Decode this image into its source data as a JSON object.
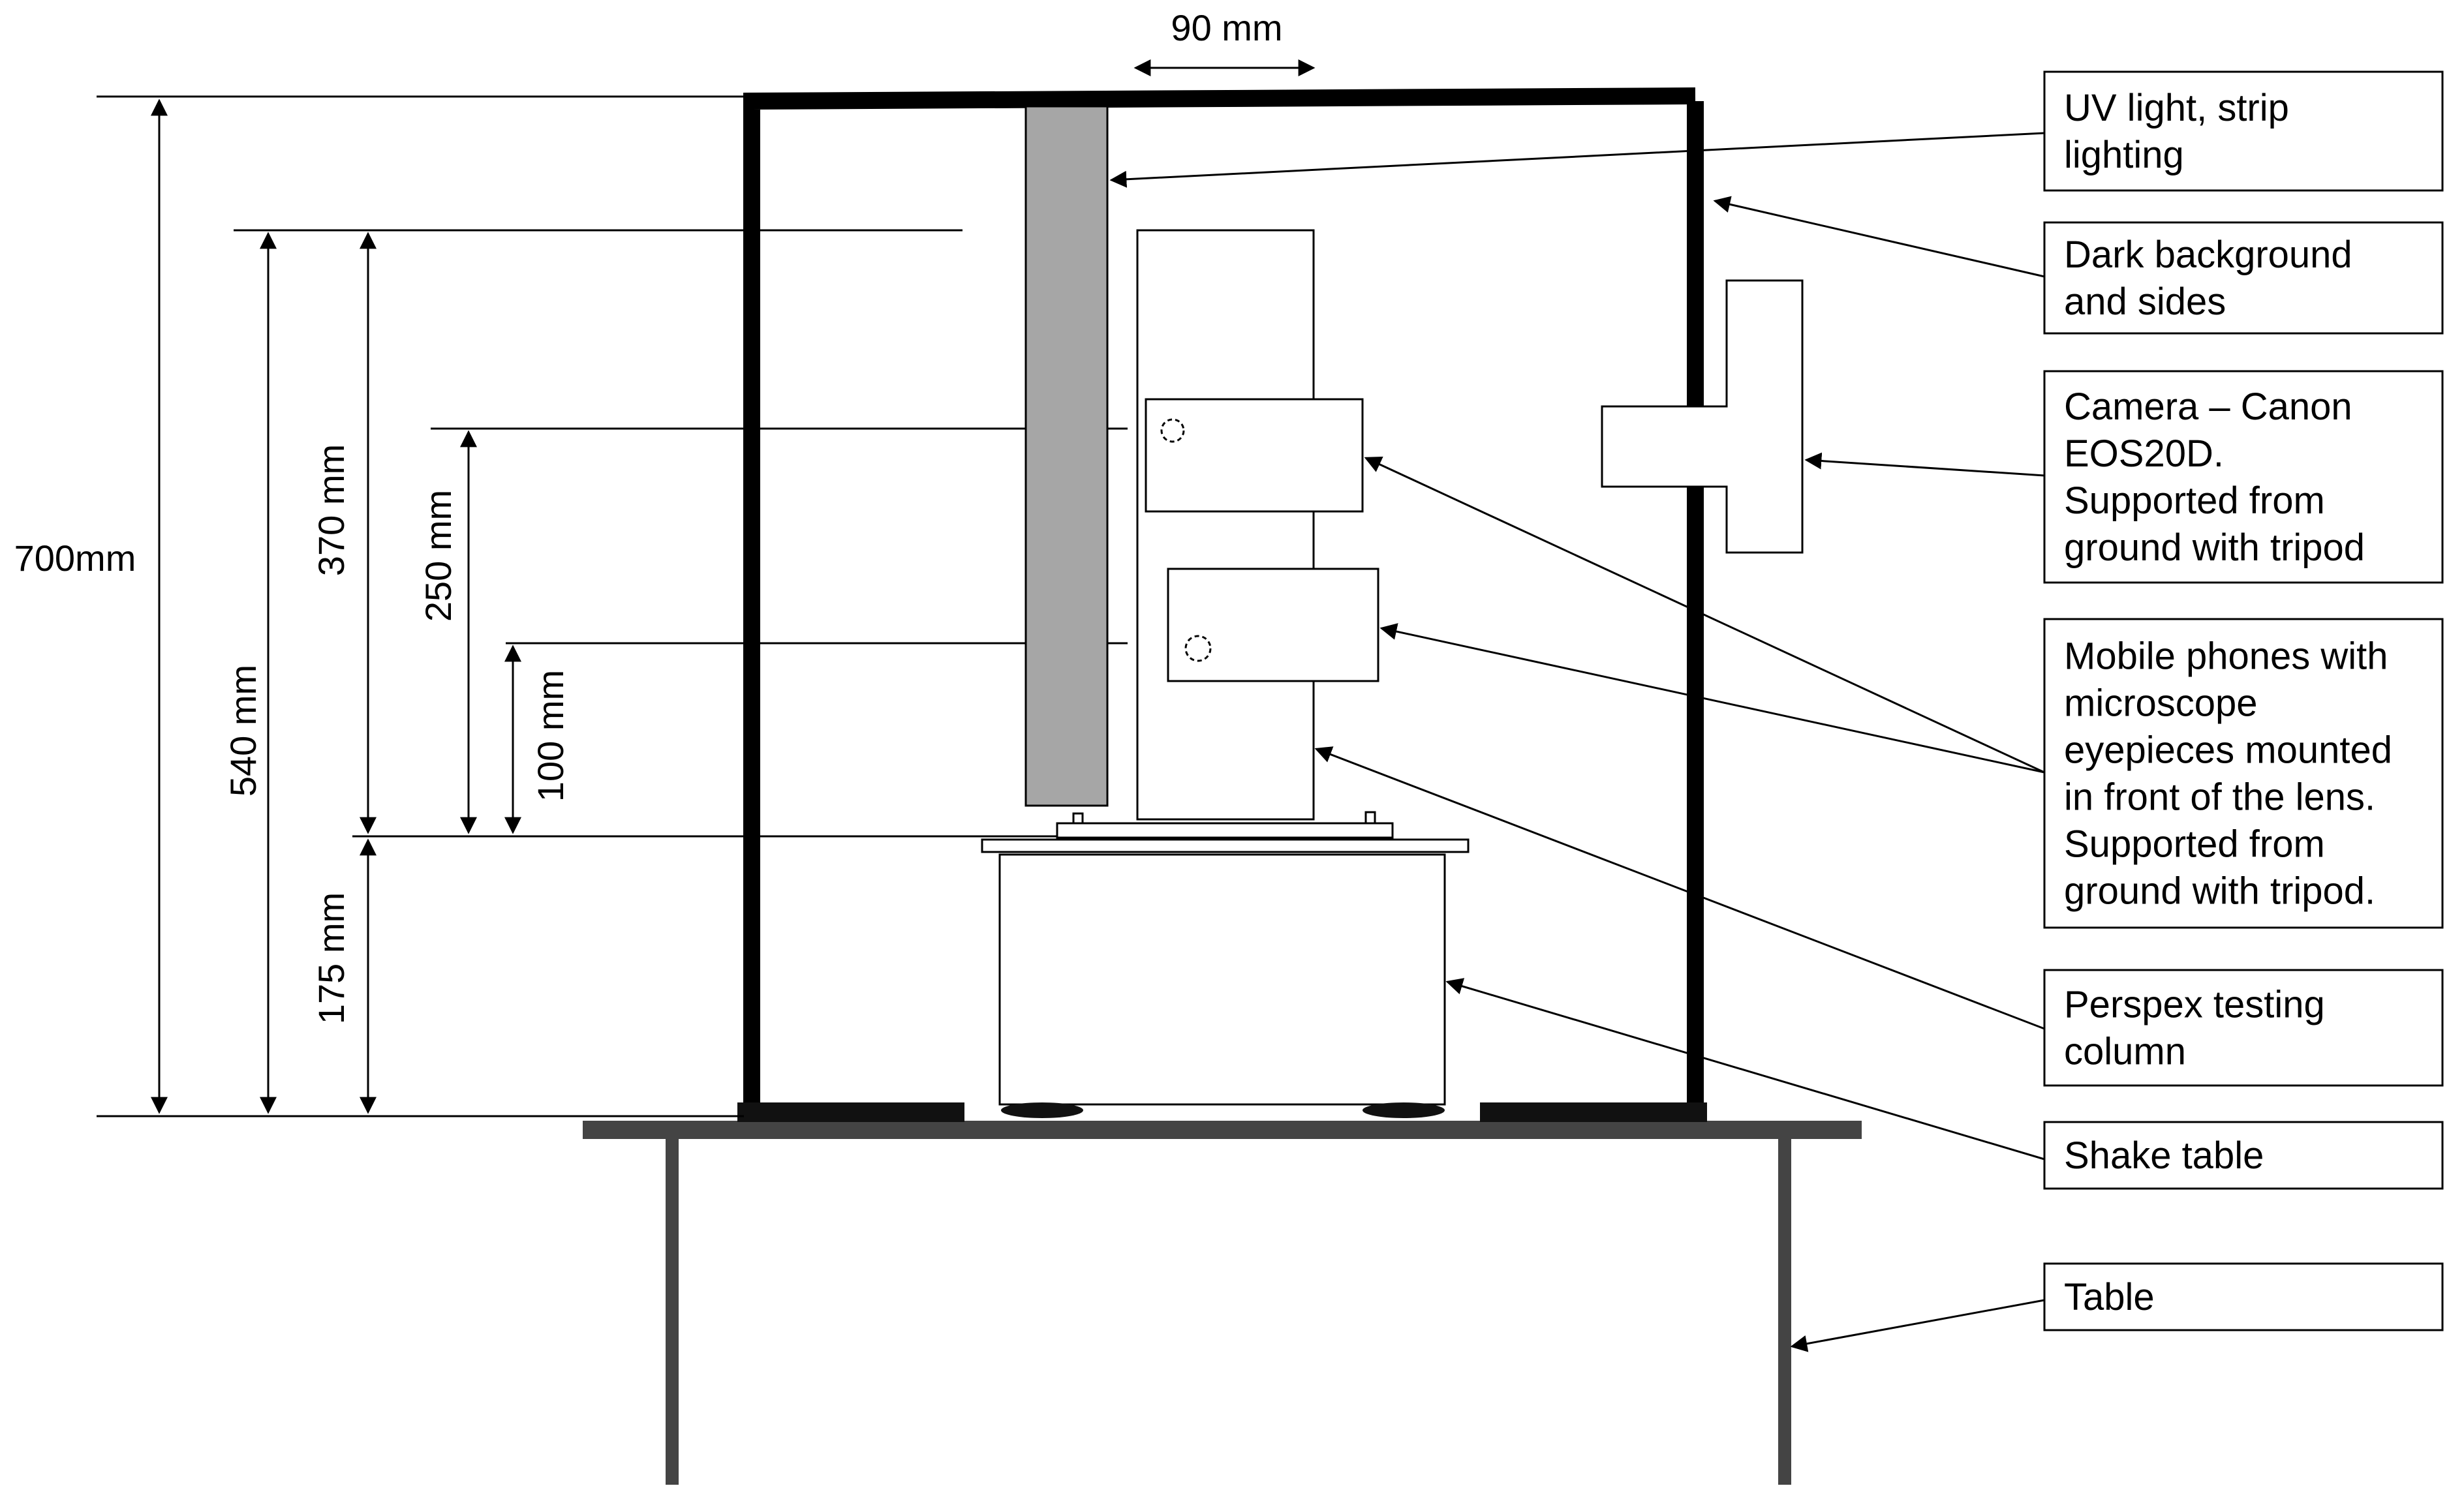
{
  "dimensions": {
    "width_top": "90 mm",
    "total_height": "700mm",
    "height_540": "540 mm",
    "height_370": "370 mm",
    "height_250": "250 mm",
    "height_100": "100 mm",
    "height_175": "175 mm"
  },
  "labels": [
    {
      "id": "uv-light",
      "lines": [
        "UV light, strip",
        "lighting"
      ]
    },
    {
      "id": "dark-background",
      "lines": [
        "Dark background",
        "and sides"
      ]
    },
    {
      "id": "camera",
      "lines": [
        "Camera – Canon",
        "EOS20D.",
        "Supported from",
        "ground with tripod"
      ]
    },
    {
      "id": "mobile-phones",
      "lines": [
        "Mobile phones with",
        "microscope",
        "eyepieces mounted",
        "in front of the lens.",
        "Supported from",
        "ground with tripod."
      ]
    },
    {
      "id": "perspex-column",
      "lines": [
        "Perspex testing",
        "column"
      ]
    },
    {
      "id": "shake-table",
      "lines": [
        "Shake table"
      ]
    },
    {
      "id": "table",
      "lines": [
        "Table"
      ]
    }
  ]
}
